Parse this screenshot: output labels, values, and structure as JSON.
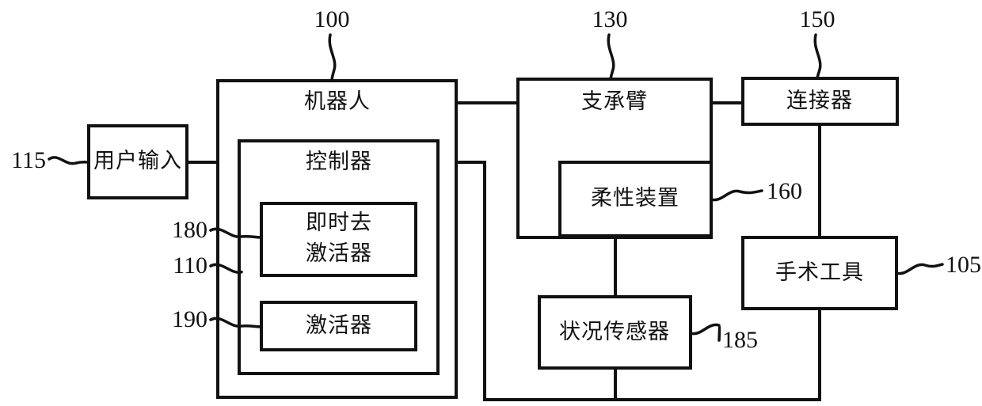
{
  "figure": {
    "type": "patent-block-diagram",
    "language": "zh-CN",
    "stroke_color": "#111111",
    "background_color": "#ffffff"
  },
  "blocks": {
    "robot": {
      "label": "机器人",
      "ref": "100"
    },
    "controller": {
      "label": "控制器",
      "ref": "110"
    },
    "user_input": {
      "label": "用户输入",
      "ref": "115"
    },
    "instant_deactivator": {
      "label_line1": "即时去",
      "label_line2": "激活器",
      "ref": "180"
    },
    "activator": {
      "label": "激活器",
      "ref": "190"
    },
    "support_arm": {
      "label": "支承臂",
      "ref": "130"
    },
    "flexible_device": {
      "label": "柔性装置",
      "ref": "160"
    },
    "connector": {
      "label": "连接器",
      "ref": "150"
    },
    "surgical_tool": {
      "label": "手术工具",
      "ref": "105"
    },
    "condition_sensor": {
      "label": "状况传感器",
      "ref": "185"
    }
  },
  "reference_numbers": [
    "100",
    "105",
    "110",
    "115",
    "130",
    "150",
    "160",
    "180",
    "185",
    "190"
  ]
}
